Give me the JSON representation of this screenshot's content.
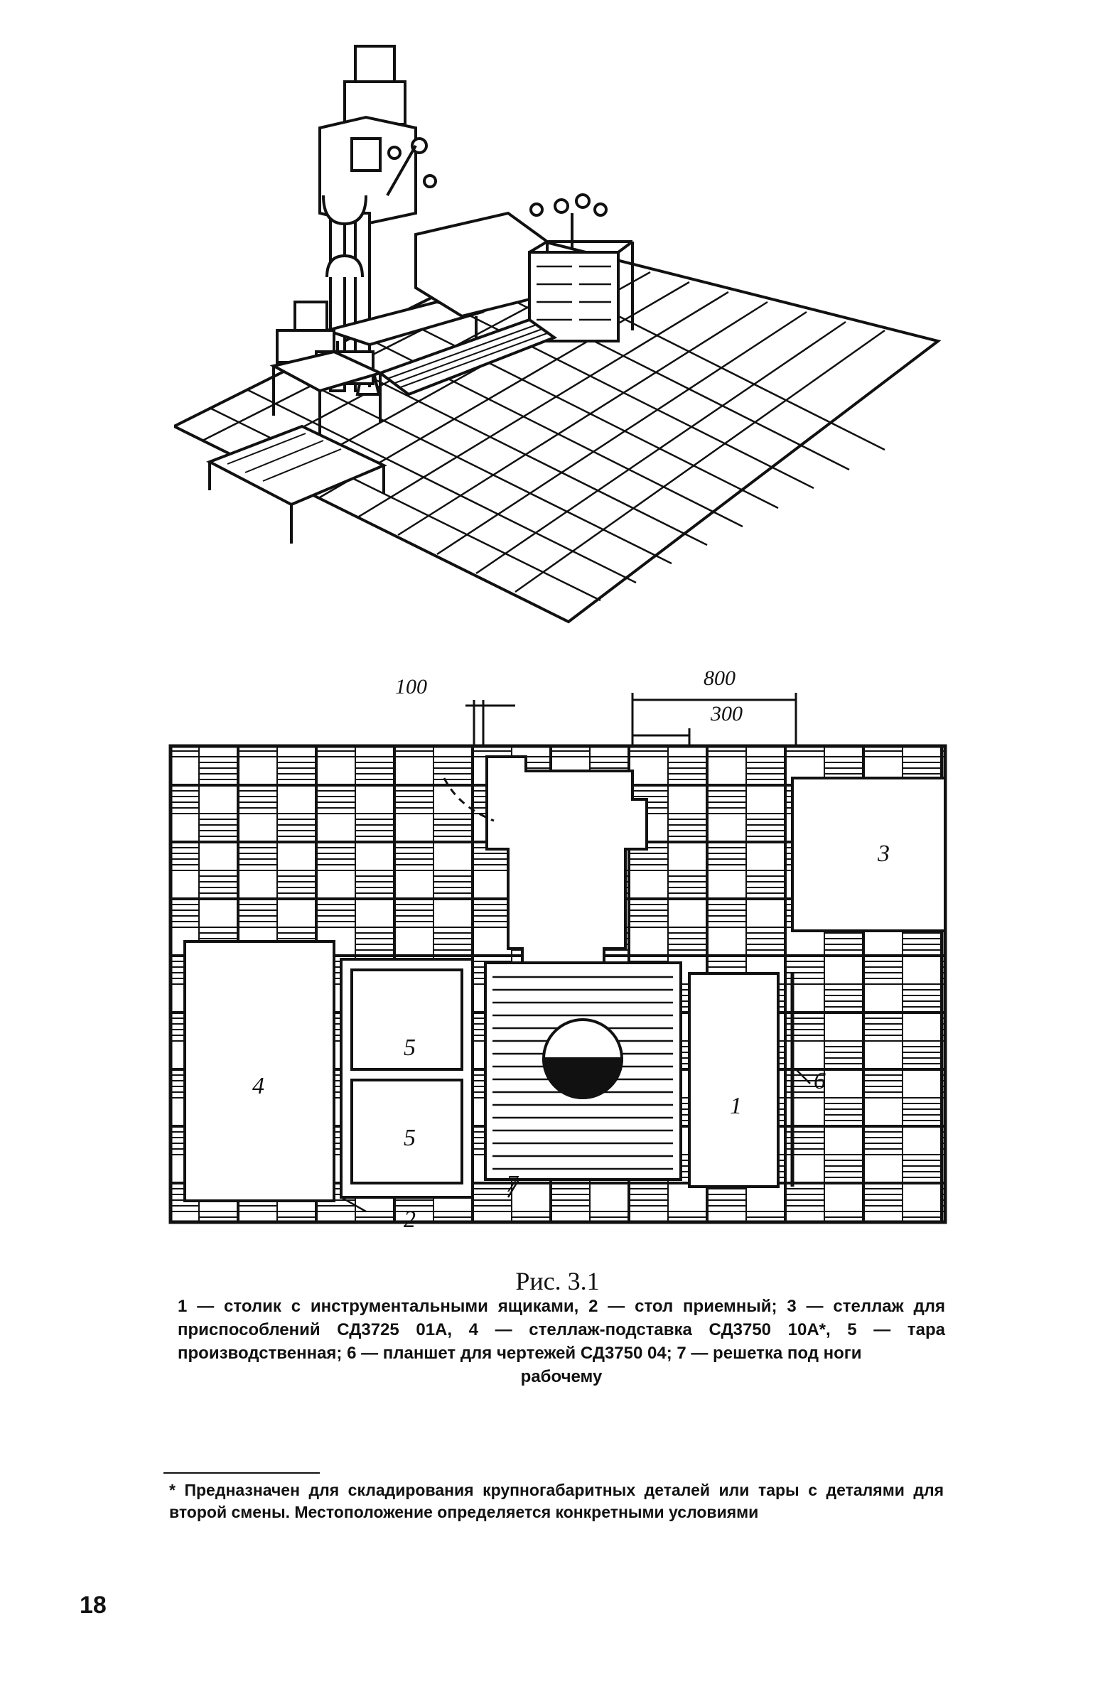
{
  "figure": {
    "plan_labels": {
      "item1": "1",
      "item2": "2",
      "item3": "3",
      "item4": "4",
      "item5a": "5",
      "item5b": "5",
      "item6": "6",
      "item7": "7"
    },
    "dimensions": {
      "d100": "100",
      "d800": "800",
      "d300": "300"
    },
    "caption_title": "Рис. 3.1",
    "caption_text": "1 — столик с инструментальными ящиками, 2 — стол приемный; 3 — стеллаж для приспособлений СД3725 01А, 4 — стеллаж-подставка СД3750 10А*, 5 — тара производственная; 6 — планшет для чертежей СД3750 04; 7 — решетка под ноги",
    "caption_last": "рабочему"
  },
  "footnote": "* Предназначен для складирования крупногабаритных деталей или тары с деталями для второй смены. Местоположение определяется конкретными условиями",
  "page_number": "18"
}
